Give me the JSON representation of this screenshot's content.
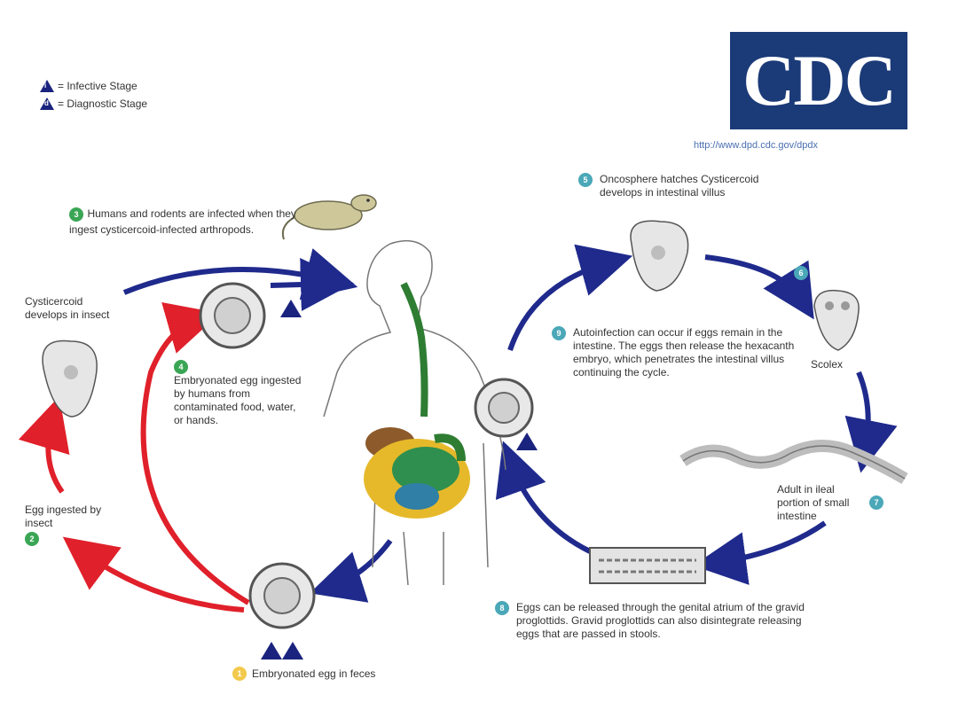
{
  "legend": {
    "infective_label": "= Infective Stage",
    "diagnostic_label": "= Diagnostic Stage",
    "infective_symbol": "i",
    "diagnostic_symbol": "d"
  },
  "logo": {
    "text": "CDC",
    "url": "http://www.dpd.cdc.gov/dpdx"
  },
  "steps": {
    "s1": {
      "num": "1",
      "text": "Embryonated egg in feces"
    },
    "s2": {
      "num": "2",
      "text": "Egg ingested by insect"
    },
    "s2b": {
      "text": "Cysticercoid develops in insect"
    },
    "s3": {
      "num": "3",
      "text": "Humans and rodents are infected when they ingest cysticercoid-infected arthropods."
    },
    "s4": {
      "num": "4",
      "text": "Embryonated egg ingested by humans from contaminated food, water, or hands."
    },
    "s5": {
      "num": "5",
      "text": "Oncosphere hatches Cysticercoid develops in intestinal villus"
    },
    "s6": {
      "num": "6",
      "text": "Scolex"
    },
    "s7": {
      "num": "7",
      "text": "Adult in ileal portion of small intestine"
    },
    "s8": {
      "num": "8",
      "text": "Eggs can be released through the genital atrium of the gravid proglottids. Gravid proglottids can also disintegrate releasing eggs that are passed in stools."
    },
    "s9": {
      "num": "9",
      "text": "Autoinfection can occur if eggs remain in the intestine. The eggs then release the hexacanth embryo, which penetrates the intestinal villus continuing the cycle."
    }
  },
  "colors": {
    "blue_arrow": "#1f2a8c",
    "red_arrow": "#e0202a",
    "green_badge": "#3aa655",
    "teal_badge": "#4aa8b8",
    "yellow_badge": "#f2c94c",
    "logo_bg": "#1b3a78"
  }
}
